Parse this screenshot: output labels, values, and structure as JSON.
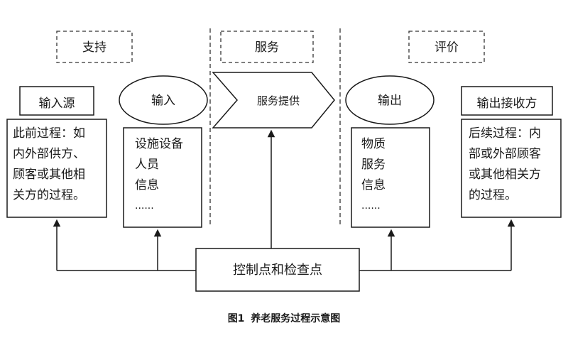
{
  "headers": {
    "support": "支持",
    "service": "服务",
    "evaluation": "评价"
  },
  "input_source": {
    "title": "输入源",
    "lines": [
      "此前过程：如",
      "内外部供方、",
      "顾客或其他相",
      "关方的过程。"
    ]
  },
  "input": {
    "title": "输入",
    "lines": [
      "设施设备",
      "人员",
      "信息",
      "......"
    ]
  },
  "service_provide": {
    "title": "服务提供"
  },
  "output": {
    "title": "输出",
    "lines": [
      "物质",
      "服务",
      "信息",
      "......"
    ]
  },
  "output_receiver": {
    "title": "输出接收方",
    "lines": [
      "后续过程：内",
      "部或外部顾客",
      "或其他相关方",
      "的过程。"
    ]
  },
  "control": {
    "label": "控制点和检查点"
  },
  "caption": "图1  养老服务过程示意图"
}
